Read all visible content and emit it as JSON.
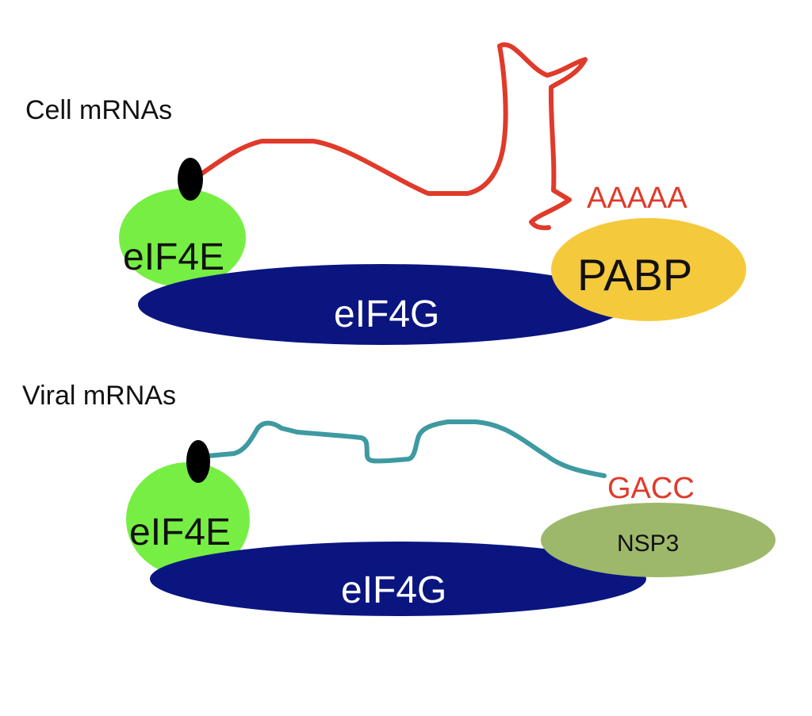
{
  "colors": {
    "background": "#ffffff",
    "eif4e": "#77ee44",
    "eif4g": "#0a1580",
    "pabp": "#f5c93c",
    "nsp3": "#9db86a",
    "cap": "#000000",
    "cell_mrna": "#e03a2a",
    "viral_mrna": "#3e9aa0",
    "tail_label": "#e03a2a",
    "text_dark": "#111111",
    "text_light": "#ffffff"
  },
  "panels": [
    {
      "id": "cell",
      "title": "Cell mRNAs",
      "eif4e_label": "eIF4E",
      "eif4g_label": "eIF4G",
      "binding_protein_label": "PABP",
      "tail_label": "AAAAA"
    },
    {
      "id": "viral",
      "title": "Viral mRNAs",
      "eif4e_label": "eIF4E",
      "eif4g_label": "eIF4G",
      "binding_protein_label": "NSP3",
      "tail_label": "GACC"
    }
  ]
}
